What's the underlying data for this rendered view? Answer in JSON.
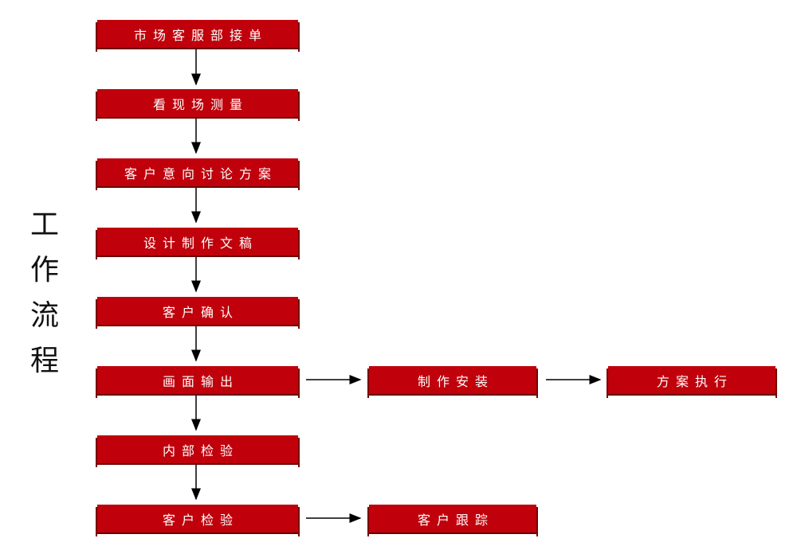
{
  "title_chars": [
    "工",
    "作",
    "流",
    "程"
  ],
  "steps": {
    "s1": "市场客服部接单",
    "s2": "看现场测量",
    "s3": "客户意向讨论方案",
    "s4": "设计制作文稿",
    "s5": "客户确认",
    "s6": "画面输出",
    "s7": "内部检验",
    "s8": "客户检验",
    "b1": "制作安装",
    "b2": "方案执行",
    "b3": "客户跟踪"
  },
  "colors": {
    "box_fill": "#c0000b",
    "box_shadow": "#6b0000",
    "text": "#ffffff",
    "arrow": "#000000"
  }
}
